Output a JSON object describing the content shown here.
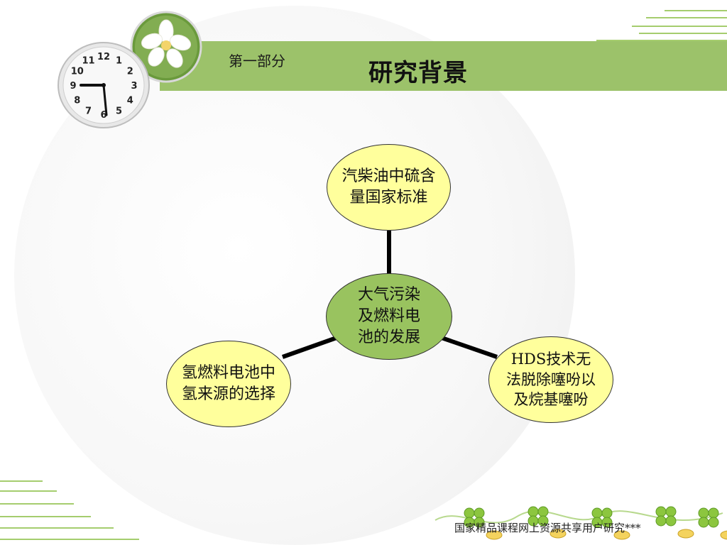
{
  "header": {
    "part_label": "第一部分",
    "title": "研究背景"
  },
  "clock": {
    "numbers": [
      "12",
      "1",
      "2",
      "3",
      "4",
      "5",
      "6",
      "7",
      "8",
      "9",
      "10",
      "11"
    ]
  },
  "diagram": {
    "center": "大气污染及燃料电池的发展",
    "center_lines": [
      "大气污染",
      "及燃料电",
      "池的发展"
    ],
    "top_lines": [
      "汽柴油中硫含",
      "量国家标准"
    ],
    "left_lines": [
      "氢燃料电池中",
      "氢来源的选择"
    ],
    "right_lines": [
      "HDS技术无",
      "法脱除噻吩以",
      "及烷基噻吩"
    ]
  },
  "footer": {
    "text": "国家精品课程网上资源共享用户研究***"
  },
  "colors": {
    "green_band": "#9cc26a",
    "yellow_node": "#ffff9c",
    "green_node": "#99c35f"
  }
}
